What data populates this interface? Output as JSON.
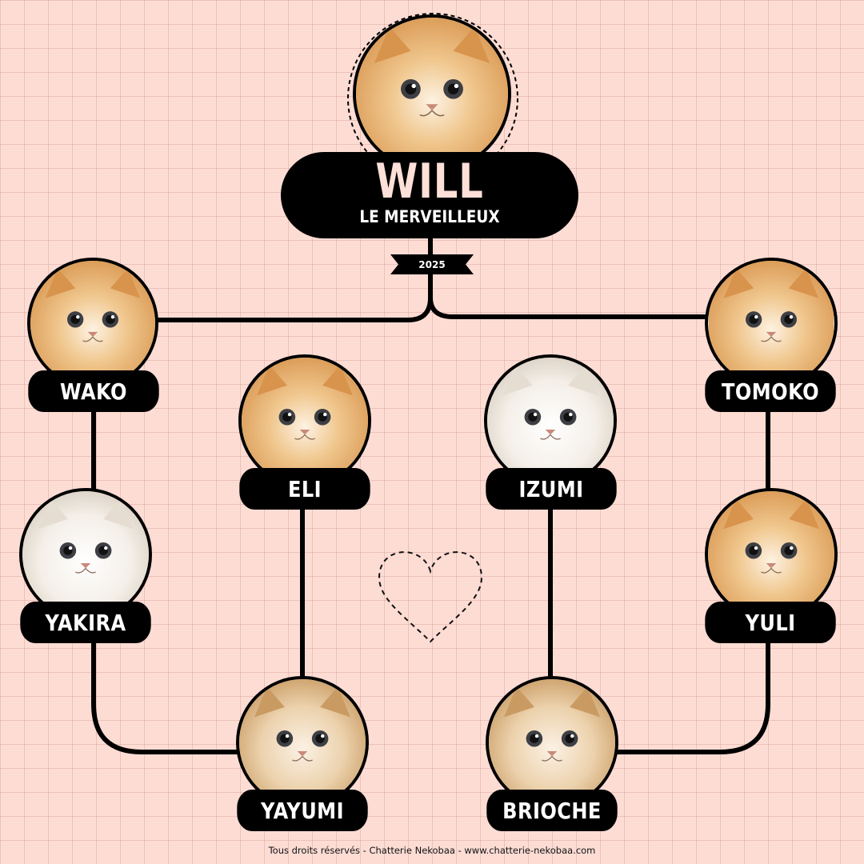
{
  "main": {
    "name": "WILL",
    "subtitle": "LE MERVEILLEUX",
    "year": "2025",
    "photo_icon": "cat-photo"
  },
  "parents": [
    {
      "name": "WAKO",
      "photo_icon": "cat-photo"
    },
    {
      "name": "TOMOKO",
      "photo_icon": "cat-photo"
    }
  ],
  "grandparents": [
    {
      "name": "ELI",
      "photo_icon": "cat-photo"
    },
    {
      "name": "IZUMI",
      "photo_icon": "cat-photo"
    },
    {
      "name": "YAKIRA",
      "photo_icon": "cat-photo"
    },
    {
      "name": "YULI",
      "photo_icon": "cat-photo"
    },
    {
      "name": "YAYUMI",
      "photo_icon": "cat-photo"
    },
    {
      "name": "BRIOCHE",
      "photo_icon": "cat-photo"
    }
  ],
  "decoration": {
    "center_icon": "heart-outline-icon"
  },
  "footer": "Tous droits réservés - Chatterie Nekobaa - www.chatterie-nekobaa.com",
  "colors": {
    "background": "#fddcd4",
    "label_bg": "#000000",
    "main_name": "#fde0d8",
    "line": "#000000"
  }
}
